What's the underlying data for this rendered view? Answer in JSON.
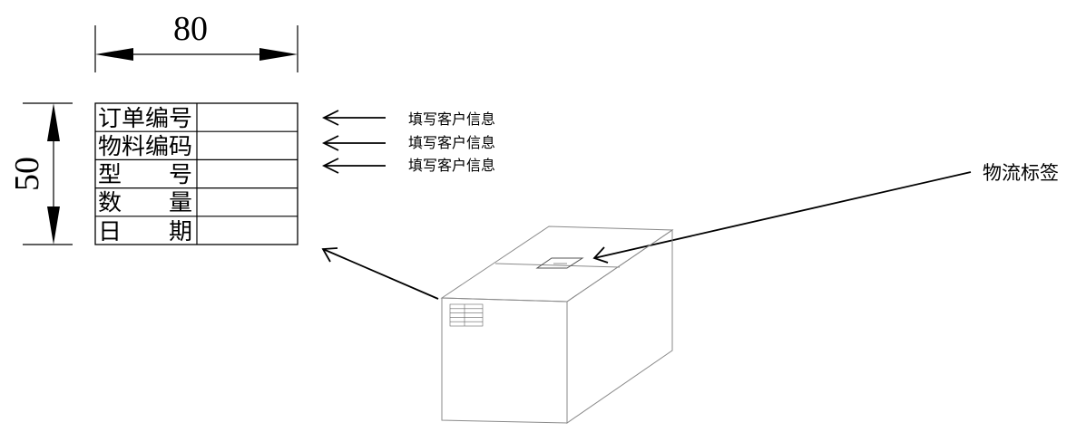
{
  "dimensions": {
    "width_label": "80",
    "height_label": "50"
  },
  "label_table": {
    "rows": [
      {
        "label": "订单编号",
        "value": ""
      },
      {
        "label": "物料编码",
        "value": ""
      },
      {
        "label": "型　　号",
        "value": ""
      },
      {
        "label": "数　　量",
        "value": ""
      },
      {
        "label": "日　　期",
        "value": ""
      }
    ]
  },
  "annotations": {
    "fill_customer_info": [
      "填写客户信息",
      "填写客户信息",
      "填写客户信息"
    ],
    "logistics_label": "物流标签"
  },
  "colors": {
    "stroke": "#000000",
    "box_stroke": "#8a8a8a"
  }
}
